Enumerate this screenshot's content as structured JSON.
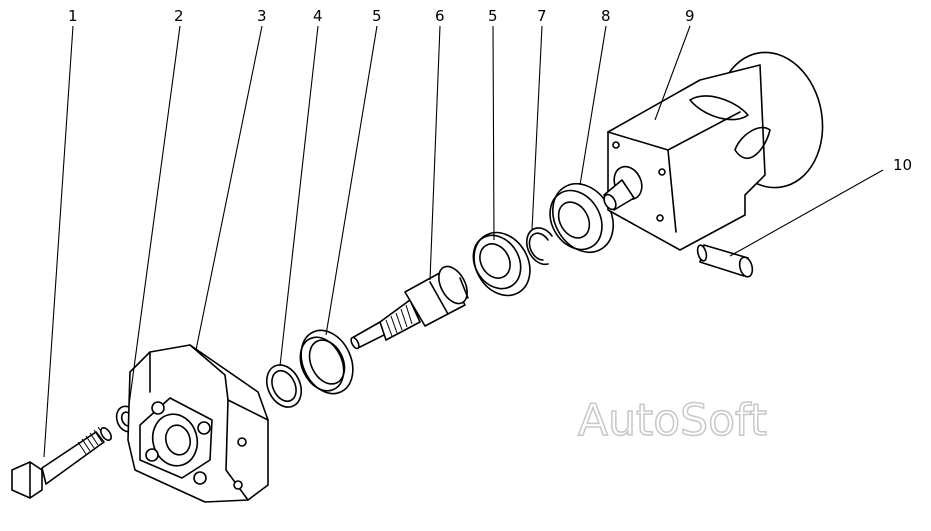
{
  "callouts": [
    {
      "id": "c1",
      "text": "1"
    },
    {
      "id": "c2",
      "text": "2"
    },
    {
      "id": "c3",
      "text": "3"
    },
    {
      "id": "c4",
      "text": "4"
    },
    {
      "id": "c5a",
      "text": "5"
    },
    {
      "id": "c6",
      "text": "6"
    },
    {
      "id": "c5b",
      "text": "5"
    },
    {
      "id": "c7",
      "text": "7"
    },
    {
      "id": "c8",
      "text": "8"
    },
    {
      "id": "c9",
      "text": "9"
    },
    {
      "id": "c10",
      "text": "10"
    }
  ],
  "watermark": "AutoSoft",
  "colors": {
    "line": "#000000",
    "background": "#ffffff",
    "watermark": "#c7c7c7"
  }
}
